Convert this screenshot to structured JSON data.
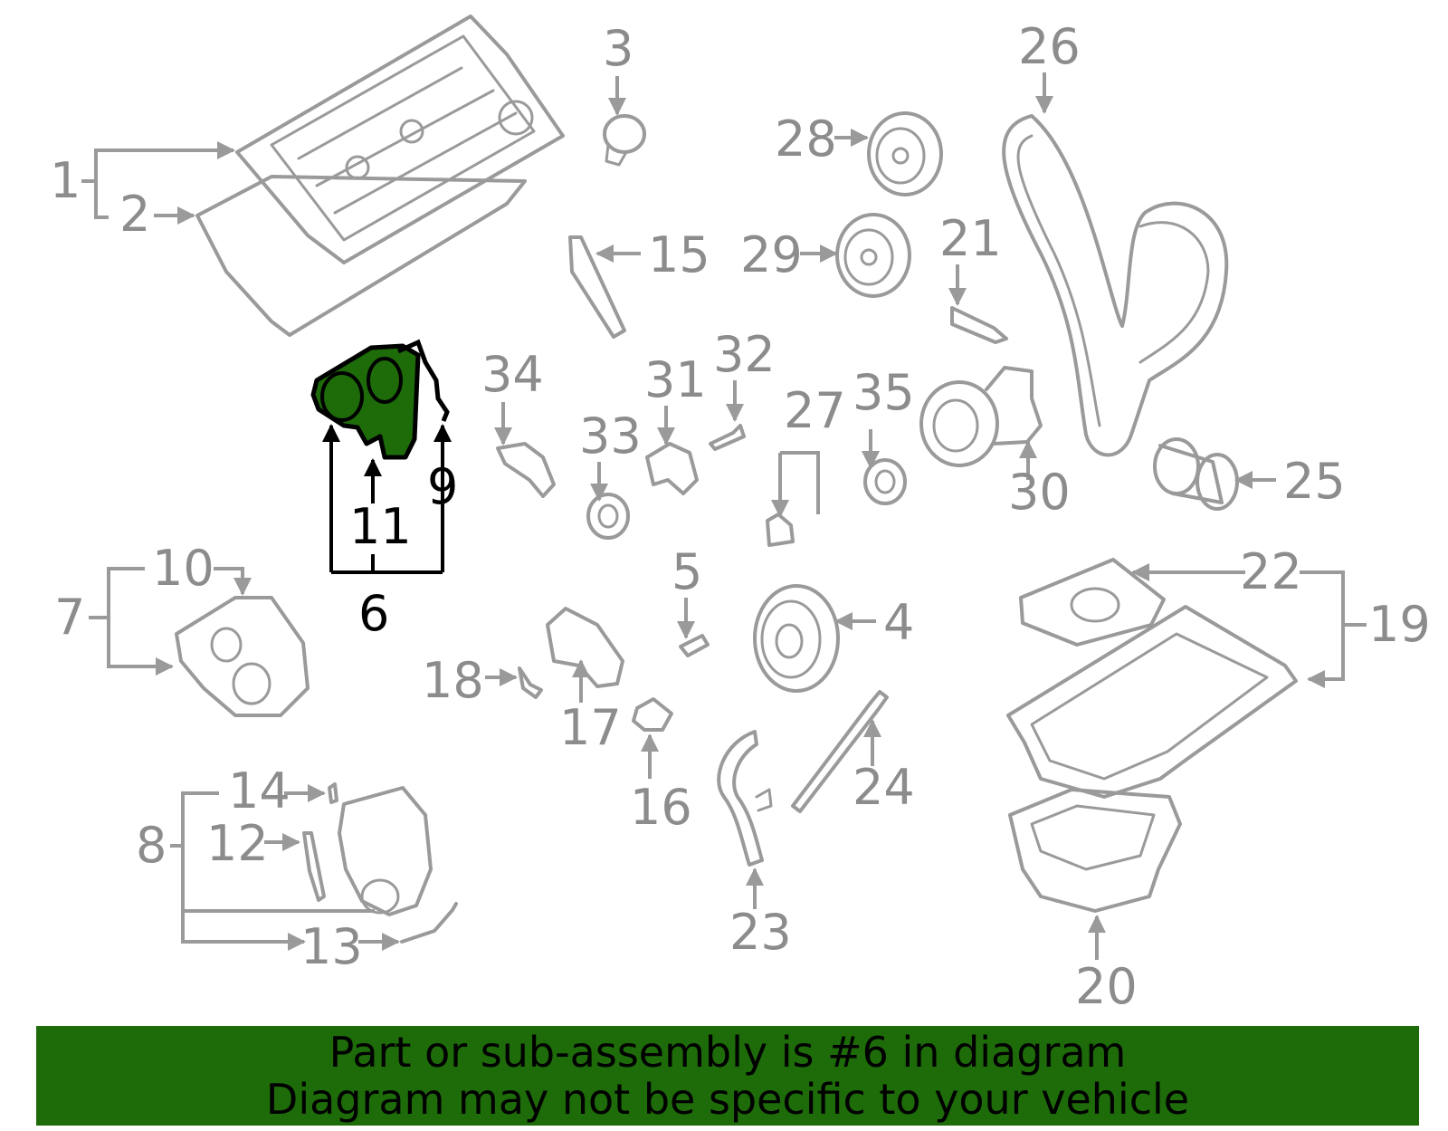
{
  "diagram": {
    "highlight_color": "#1e6b0a",
    "line_color": "#9a9a9a",
    "highlighted_part": "6",
    "callouts": [
      "1",
      "2",
      "3",
      "4",
      "5",
      "6",
      "7",
      "8",
      "9",
      "10",
      "11",
      "12",
      "13",
      "14",
      "15",
      "16",
      "17",
      "18",
      "19",
      "20",
      "21",
      "22",
      "23",
      "24",
      "25",
      "26",
      "27",
      "28",
      "29",
      "30",
      "31",
      "32",
      "33",
      "34",
      "35"
    ]
  },
  "banner": {
    "color": "#1e6b0a",
    "line1": "Part or sub-assembly is #6 in diagram",
    "line2": "Diagram may not be specific to your vehicle"
  }
}
